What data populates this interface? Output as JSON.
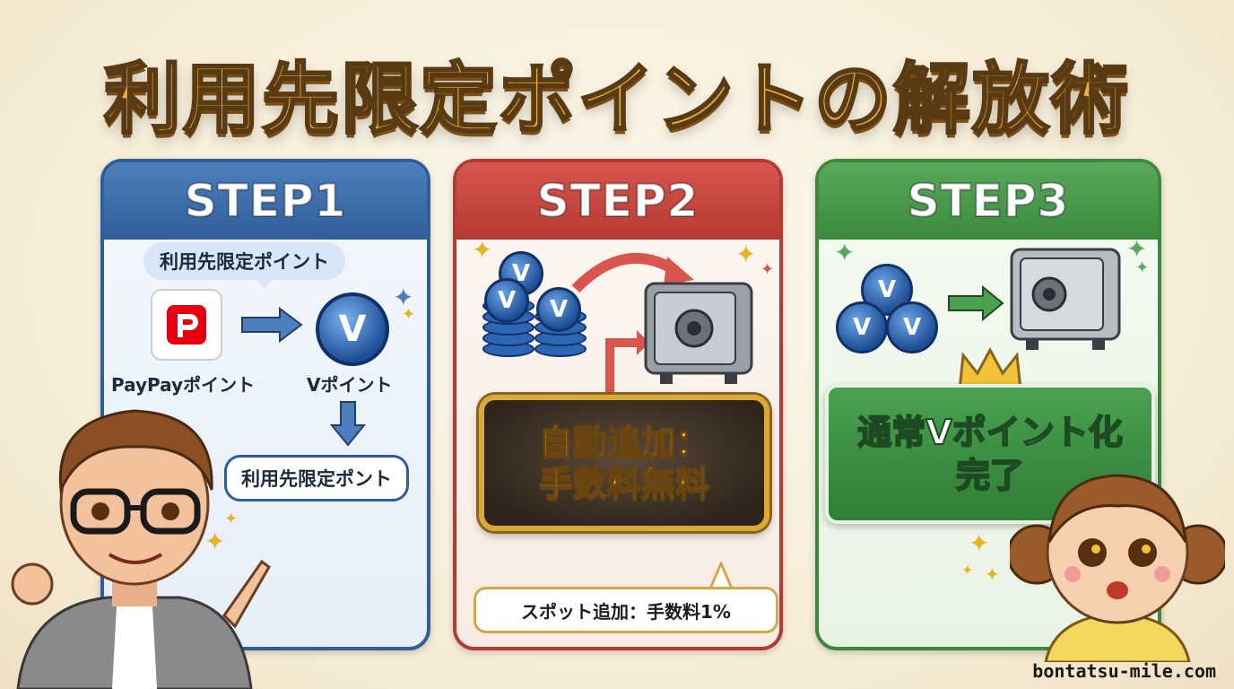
{
  "title": "利用先限定ポイントの解放術",
  "steps": [
    {
      "label": "STEP1"
    },
    {
      "label": "STEP2"
    },
    {
      "label": "STEP3"
    }
  ],
  "step1": {
    "bubble_top": "利用先限定ポイント",
    "paypay_label": "PayPayポイント",
    "vpoint_label": "Vポイント",
    "bubble_bottom": "利用先限定ポント",
    "coin_letter": "V"
  },
  "step2": {
    "badge_line1": "自動追加：",
    "badge_line2": "手数料無料",
    "fee_note": "スポット追加：手数料1%"
  },
  "step3": {
    "result_line1": "通常Vポイント化",
    "result_line2": "完了"
  },
  "footer": "bontatsu-mile.com",
  "colors": {
    "step1": "#2f5e9a",
    "step2": "#b53a33",
    "step3": "#3a8a3e",
    "gold": "#e8b43e"
  },
  "icons": [
    "paypay-icon",
    "v-coin-icon",
    "safe-icon",
    "arrow-icon",
    "crown-icon",
    "sparkle-icon"
  ]
}
